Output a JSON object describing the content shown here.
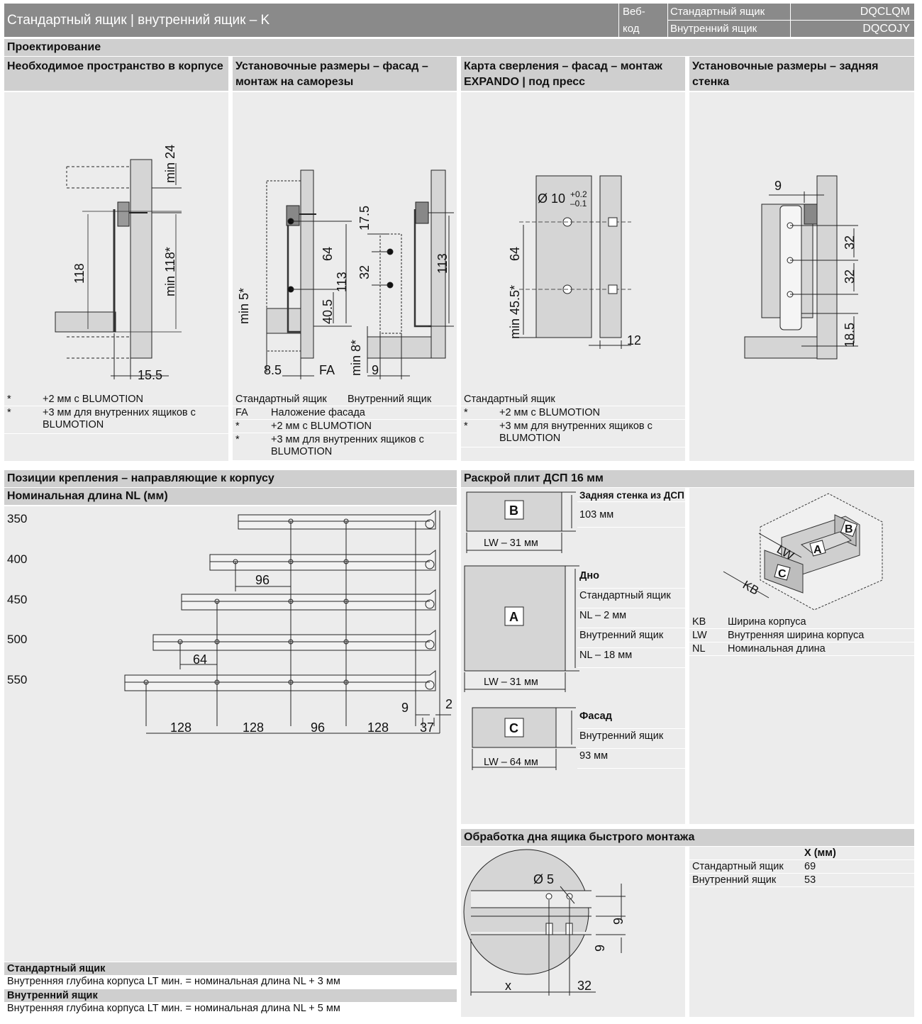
{
  "header": {
    "title": "Стандартный ящик | внутренний ящик – K",
    "web_code_label_1": "Веб-",
    "web_code_label_2": "код",
    "rows": [
      {
        "name": "Стандартный ящик",
        "code": "DQCLQM"
      },
      {
        "name": "Внутренний ящик",
        "code": "DQCOJY"
      }
    ]
  },
  "section_design": "Проектирование",
  "col1": {
    "title": "Необходимое пространство в корпусе",
    "dims": [
      "min 24",
      "118",
      "min 118*",
      "15.5"
    ],
    "notes": [
      {
        "k": "*",
        "v": "+2 мм с BLUMOTION"
      },
      {
        "k": "*",
        "v": "+3 мм для внутренних ящиков с BLUMOTION"
      }
    ]
  },
  "col2": {
    "title": "Установочные размеры – фасад – монтаж на саморезы",
    "dims": [
      "min 5*",
      "64",
      "113",
      "40.5",
      "8.5",
      "FA",
      "17.5",
      "32",
      "113",
      "min 8*",
      "9"
    ],
    "notes_head": [
      "Стандартный ящик",
      "Внутренний ящик"
    ],
    "notes": [
      {
        "k": "FA",
        "v": "Наложение фасада"
      },
      {
        "k": "*",
        "v": "+2 мм с BLUMOTION"
      },
      {
        "k": "*",
        "v": "+3 мм для внутренних ящиков с BLUMOTION"
      }
    ]
  },
  "col3": {
    "title": "Карта сверления – фасад – монтаж EXPANDO | под пресс",
    "dims": [
      "Ø 10",
      "+0.2",
      "–0.1",
      "64",
      "min 45.5*",
      "12"
    ],
    "notes_head": "Стандартный ящик",
    "notes": [
      {
        "k": "*",
        "v": "+2 мм с BLUMOTION"
      },
      {
        "k": "*",
        "v": "+3 мм для внутренних ящиков с BLUMOTION"
      }
    ]
  },
  "col4": {
    "title": "Установочные размеры – задняя стенка",
    "dims": [
      "9",
      "32",
      "32",
      "18.5"
    ]
  },
  "positions": {
    "title": "Позиции крепления – направляющие к корпусу",
    "subtitle": "Номинальная длина NL (мм)",
    "lengths": [
      "350",
      "400",
      "450",
      "500",
      "550"
    ],
    "dims": [
      "96",
      "64",
      "9",
      "2",
      "128",
      "128",
      "96",
      "128",
      "37"
    ],
    "footer": [
      {
        "head": "Стандартный ящик",
        "text": "Внутренняя глубина корпуса LT мин. = номинальная длина NL + 3 мм"
      },
      {
        "head": "Внутренний ящик",
        "text": "Внутренняя глубина корпуса LT мин. = номинальная длина NL + 5 мм"
      }
    ]
  },
  "cutting": {
    "title": "Раскрой плит ДСП 16 мм",
    "B": {
      "letter": "B",
      "width": "LW – 31 мм",
      "head": "Задняя стенка из ДСП",
      "lines": [
        "103 мм"
      ]
    },
    "A": {
      "letter": "A",
      "width": "LW – 31 мм",
      "head": "Дно",
      "lines": [
        "Стандартный ящик",
        "NL – 2 мм",
        "Внутренний ящик",
        "NL – 18 мм"
      ]
    },
    "C": {
      "letter": "C",
      "width": "LW – 64 мм",
      "head": "Фасад",
      "lines": [
        "Внутренний ящик",
        "93 мм"
      ]
    },
    "iso": {
      "labels": [
        "B",
        "A",
        "C",
        "LW",
        "KB"
      ]
    },
    "legend": [
      {
        "k": "KB",
        "v": "Ширина корпуса"
      },
      {
        "k": "LW",
        "v": "Внутренняя ширина корпуса"
      },
      {
        "k": "NL",
        "v": "Номинальная длина"
      }
    ]
  },
  "quick": {
    "title": "Обработка дна ящика быстрого монтажа",
    "dims": [
      "Ø 5",
      "9",
      "9",
      "x",
      "32"
    ],
    "table": {
      "header": "X (мм)",
      "rows": [
        {
          "name": "Стандартный ящик",
          "x": "69"
        },
        {
          "name": "Внутренний ящик",
          "x": "53"
        }
      ]
    }
  }
}
